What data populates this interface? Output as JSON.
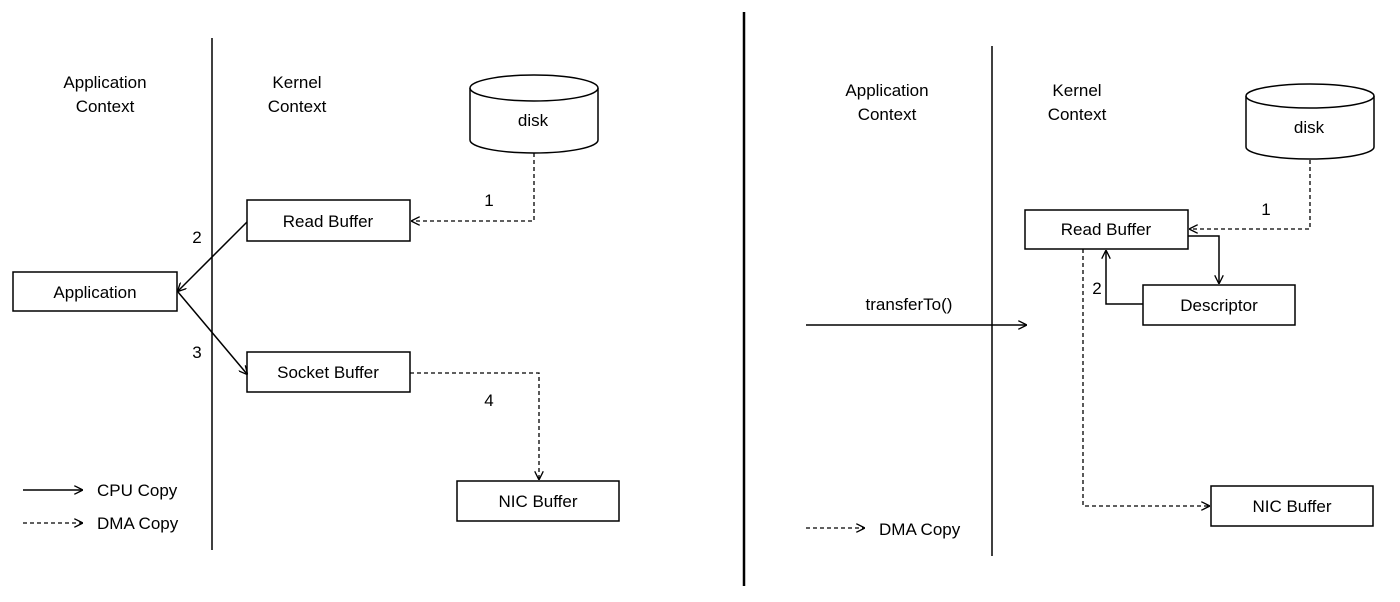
{
  "left": {
    "application_context": [
      "Application",
      "Context"
    ],
    "kernel_context": [
      "Kernel",
      "Context"
    ],
    "disk": "disk",
    "read_buffer": "Read Buffer",
    "application": "Application",
    "socket_buffer": "Socket Buffer",
    "nic_buffer": "NIC Buffer",
    "steps": [
      "1",
      "2",
      "3",
      "4"
    ],
    "legend": {
      "cpu_copy": "CPU  Copy",
      "dma_copy": "DMA Copy"
    }
  },
  "right": {
    "application_context": [
      "Application",
      "Context"
    ],
    "kernel_context": [
      "Kernel",
      "Context"
    ],
    "disk": "disk",
    "read_buffer": "Read Buffer",
    "descriptor": "Descriptor",
    "nic_buffer": "NIC Buffer",
    "transfer_call": "transferTo()",
    "steps": [
      "1",
      "2"
    ],
    "legend": {
      "dma_copy": "DMA Copy"
    }
  }
}
